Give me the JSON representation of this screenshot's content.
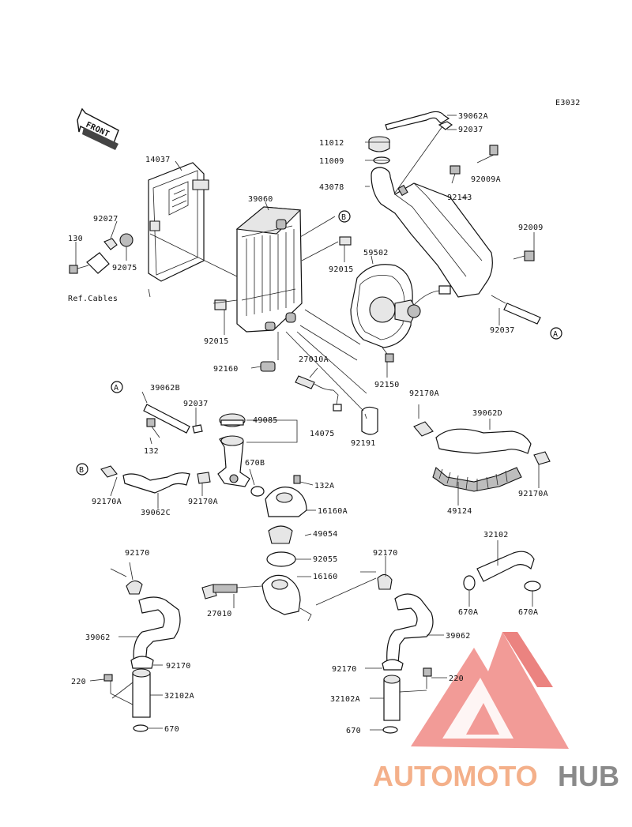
{
  "diagram": {
    "code": "E3032",
    "front_label": "FRONT",
    "ref_cables": "Ref.Cables",
    "markers": {
      "a": "A",
      "b": "B"
    },
    "parts": [
      {
        "id": "p39062A",
        "label": "39062A"
      },
      {
        "id": "p92037a",
        "label": "92037"
      },
      {
        "id": "p11012",
        "label": "11012"
      },
      {
        "id": "p92009A",
        "label": "92009A"
      },
      {
        "id": "p11009",
        "label": "11009"
      },
      {
        "id": "p43078",
        "label": "43078"
      },
      {
        "id": "p92143",
        "label": "92143"
      },
      {
        "id": "p92009",
        "label": "92009"
      },
      {
        "id": "p14037",
        "label": "14037"
      },
      {
        "id": "p39060",
        "label": "39060"
      },
      {
        "id": "p92027",
        "label": "92027"
      },
      {
        "id": "p130",
        "label": "130"
      },
      {
        "id": "p92075",
        "label": "92075"
      },
      {
        "id": "p92015a",
        "label": "92015"
      },
      {
        "id": "p59502",
        "label": "59502"
      },
      {
        "id": "p92037b",
        "label": "92037"
      },
      {
        "id": "p92015b",
        "label": "92015"
      },
      {
        "id": "p92160",
        "label": "92160"
      },
      {
        "id": "p27010A",
        "label": "27010A"
      },
      {
        "id": "p92150",
        "label": "92150"
      },
      {
        "id": "p39062B",
        "label": "39062B"
      },
      {
        "id": "p92037c",
        "label": "92037"
      },
      {
        "id": "p92170Aa",
        "label": "92170A"
      },
      {
        "id": "p49085",
        "label": "49085"
      },
      {
        "id": "p14075",
        "label": "14075"
      },
      {
        "id": "p39062D",
        "label": "39062D"
      },
      {
        "id": "p132",
        "label": "132"
      },
      {
        "id": "p92191",
        "label": "92191"
      },
      {
        "id": "p670B",
        "label": "670B"
      },
      {
        "id": "p132A",
        "label": "132A"
      },
      {
        "id": "p92170Ab",
        "label": "92170A"
      },
      {
        "id": "p39062C",
        "label": "39062C"
      },
      {
        "id": "p92170Ac",
        "label": "92170A"
      },
      {
        "id": "p16160A",
        "label": "16160A"
      },
      {
        "id": "p49124",
        "label": "49124"
      },
      {
        "id": "p92170Ad",
        "label": "92170A"
      },
      {
        "id": "p49054",
        "label": "49054"
      },
      {
        "id": "p32102",
        "label": "32102"
      },
      {
        "id": "p92170a",
        "label": "92170"
      },
      {
        "id": "p92055",
        "label": "92055"
      },
      {
        "id": "p92170b",
        "label": "92170"
      },
      {
        "id": "p16160",
        "label": "16160"
      },
      {
        "id": "p27010",
        "label": "27010"
      },
      {
        "id": "p670Aa",
        "label": "670A"
      },
      {
        "id": "p670Ab",
        "label": "670A"
      },
      {
        "id": "p39062a",
        "label": "39062"
      },
      {
        "id": "p39062b",
        "label": "39062"
      },
      {
        "id": "p92170c",
        "label": "92170"
      },
      {
        "id": "p92170d",
        "label": "92170"
      },
      {
        "id": "p220a",
        "label": "220"
      },
      {
        "id": "p220b",
        "label": "220"
      },
      {
        "id": "p32102Aa",
        "label": "32102A"
      },
      {
        "id": "p32102Ab",
        "label": "32102A"
      },
      {
        "id": "p670a",
        "label": "670"
      },
      {
        "id": "p670b",
        "label": "670"
      }
    ]
  },
  "watermark": {
    "word_a": "AUTOMOTO",
    "word_b": "HUB",
    "color_a": "#f4b08a",
    "color_b": "#8a8a8a",
    "logo_color": "#f08a86"
  }
}
